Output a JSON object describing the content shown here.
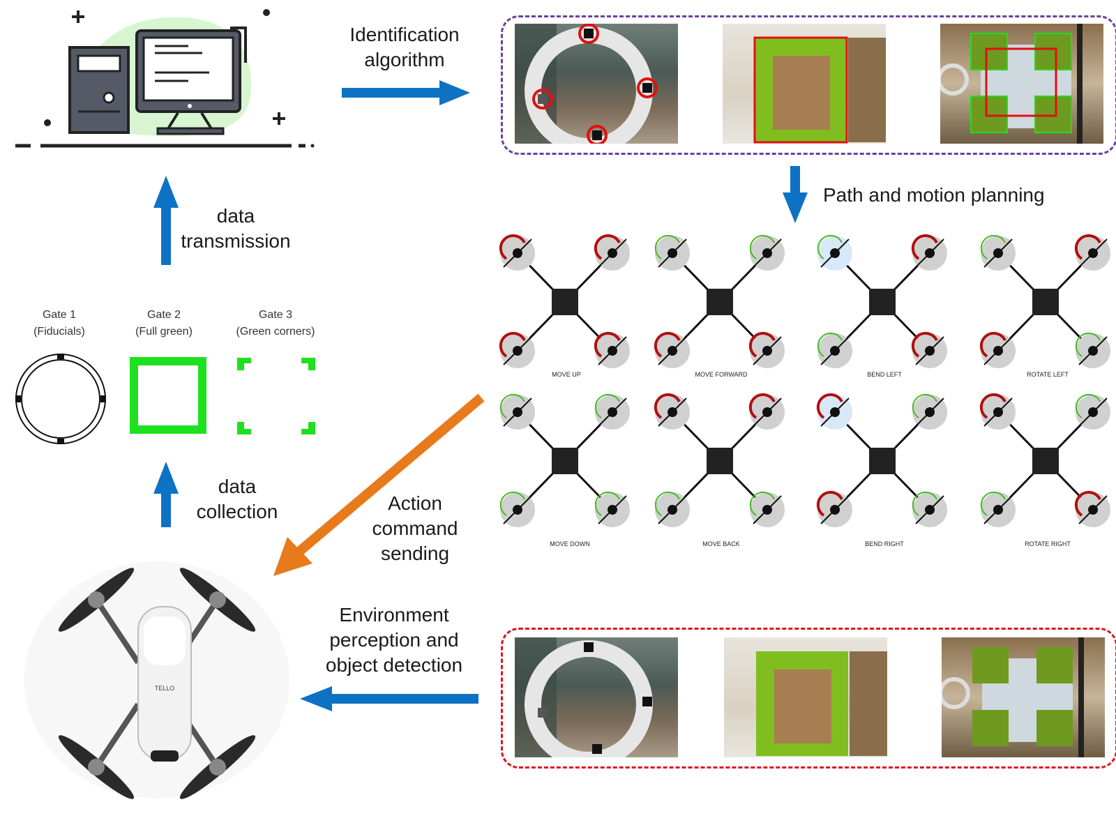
{
  "labels": {
    "identification": "Identification\nalgorithm",
    "path_planning": "Path and motion planning",
    "data_transmission": "data\ntransmission",
    "data_collection": "data\ncollection",
    "action_command": "Action\ncommand\nsending",
    "environment": "Environment\nperception and\nobject detection"
  },
  "gates": [
    {
      "title": "Gate 1\n(Fiducials)"
    },
    {
      "title": "Gate 2\n(Full green)"
    },
    {
      "title": "Gate 3\n(Green corners)"
    }
  ],
  "moves": [
    "MOVE UP",
    "MOVE FORWARD",
    "BEND LEFT",
    "ROTATE LEFT",
    "MOVE DOWN",
    "MOVE BACK",
    "BEND RIGHT",
    "ROTATE RIGHT"
  ],
  "drone_brand": "TELLO",
  "colors": {
    "blue_arrow": "#0d72c4",
    "orange_arrow": "#e87a1c",
    "purple_box": "#6b3fa0",
    "red_box": "#e0141e",
    "gate_green": "#1ee01e",
    "rotor_red": "#b01010",
    "rotor_green": "#44bb22"
  }
}
